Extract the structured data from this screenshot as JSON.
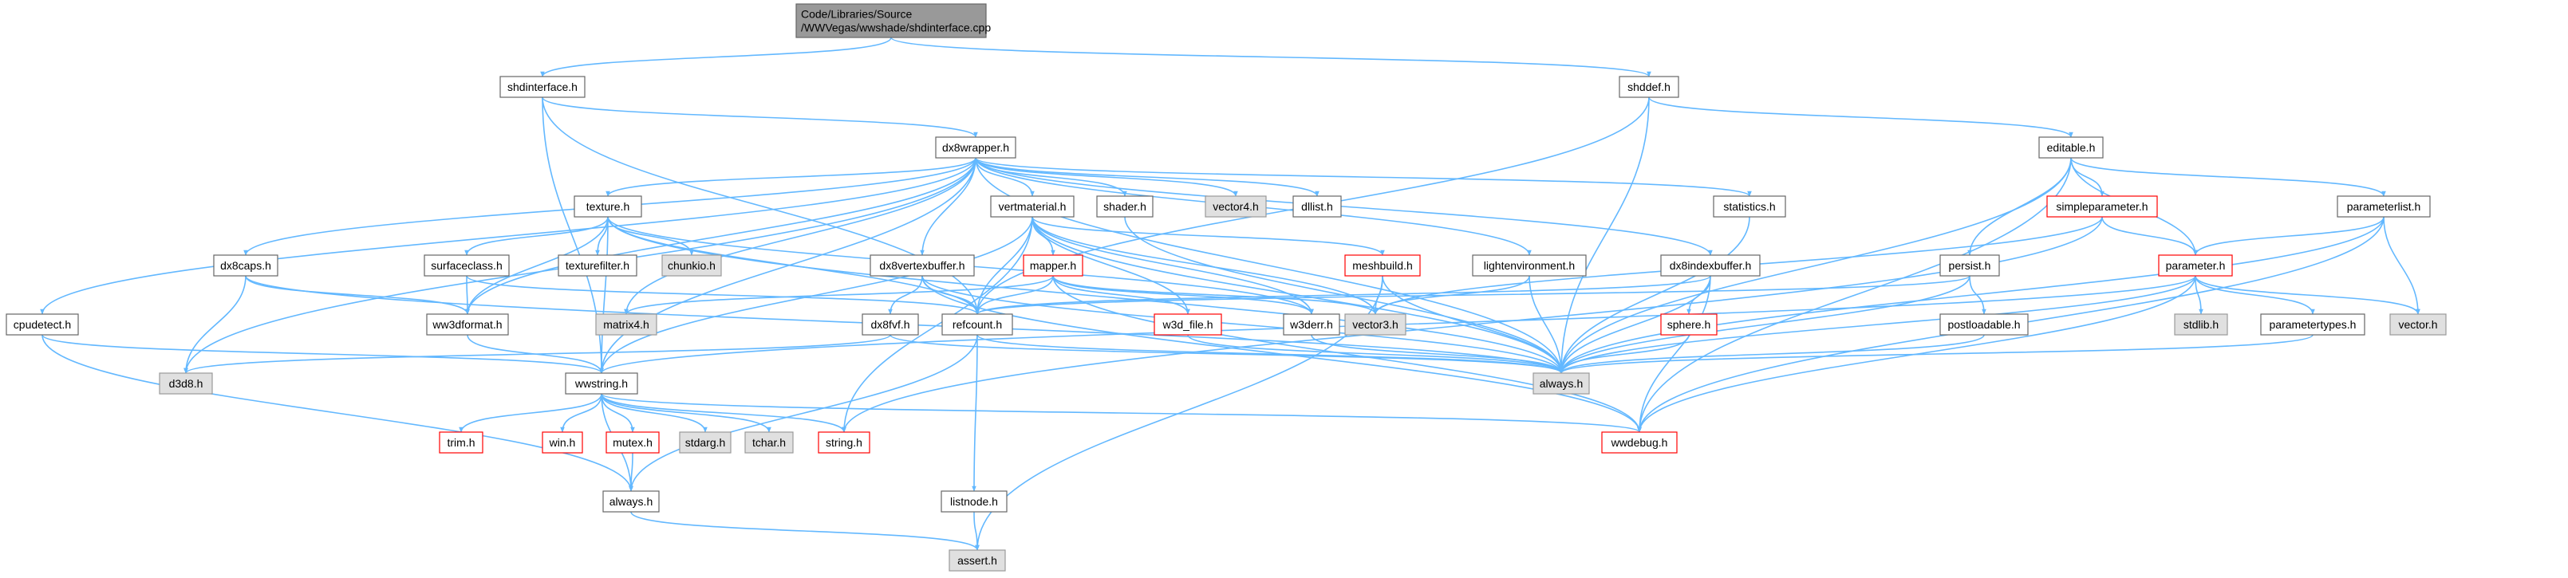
{
  "palette": {
    "edge": "#63b8ff",
    "root_fill": "#999999",
    "root_border": "#666666",
    "normal_fill": "#ffffff",
    "normal_border": "#666666",
    "system_fill": "#e0e0e0",
    "system_border": "#999999",
    "missing_fill": "#ffffff",
    "missing_border": "#ff0000"
  },
  "nodes": [
    {
      "id": "root",
      "lines": [
        "Code/Libraries/Source",
        "/WWVegas/wwshade/shdinterface.cpp"
      ],
      "style": "root"
    },
    {
      "id": "shdinterface",
      "lines": [
        "shdinterface.h"
      ],
      "style": "normal"
    },
    {
      "id": "shddef",
      "lines": [
        "shddef.h"
      ],
      "style": "normal"
    },
    {
      "id": "dx8wrapper",
      "lines": [
        "dx8wrapper.h"
      ],
      "style": "normal"
    },
    {
      "id": "editable",
      "lines": [
        "editable.h"
      ],
      "style": "normal"
    },
    {
      "id": "texture",
      "lines": [
        "texture.h"
      ],
      "style": "normal"
    },
    {
      "id": "vertmaterial",
      "lines": [
        "vertmaterial.h"
      ],
      "style": "normal"
    },
    {
      "id": "shader",
      "lines": [
        "shader.h"
      ],
      "style": "normal"
    },
    {
      "id": "vector4",
      "lines": [
        "vector4.h"
      ],
      "style": "system"
    },
    {
      "id": "dllist",
      "lines": [
        "dllist.h"
      ],
      "style": "normal"
    },
    {
      "id": "statistics",
      "lines": [
        "statistics.h"
      ],
      "style": "normal"
    },
    {
      "id": "simpleparameter",
      "lines": [
        "simpleparameter.h"
      ],
      "style": "missing"
    },
    {
      "id": "parameterlist",
      "lines": [
        "parameterlist.h"
      ],
      "style": "normal"
    },
    {
      "id": "dx8caps",
      "lines": [
        "dx8caps.h"
      ],
      "style": "normal"
    },
    {
      "id": "surfaceclass",
      "lines": [
        "surfaceclass.h"
      ],
      "style": "normal"
    },
    {
      "id": "texturefilter",
      "lines": [
        "texturefilter.h"
      ],
      "style": "normal"
    },
    {
      "id": "chunkio",
      "lines": [
        "chunkio.h"
      ],
      "style": "system"
    },
    {
      "id": "dx8vertexbuffer",
      "lines": [
        "dx8vertexbuffer.h"
      ],
      "style": "normal"
    },
    {
      "id": "mapper",
      "lines": [
        "mapper.h"
      ],
      "style": "missing"
    },
    {
      "id": "meshbuild",
      "lines": [
        "meshbuild.h"
      ],
      "style": "missing"
    },
    {
      "id": "lightenvironment",
      "lines": [
        "lightenvironment.h"
      ],
      "style": "normal"
    },
    {
      "id": "dx8indexbuffer",
      "lines": [
        "dx8indexbuffer.h"
      ],
      "style": "normal"
    },
    {
      "id": "persist",
      "lines": [
        "persist.h"
      ],
      "style": "normal"
    },
    {
      "id": "parameter",
      "lines": [
        "parameter.h"
      ],
      "style": "missing"
    },
    {
      "id": "cpudetect",
      "lines": [
        "cpudetect.h"
      ],
      "style": "normal"
    },
    {
      "id": "ww3dformat",
      "lines": [
        "ww3dformat.h"
      ],
      "style": "normal"
    },
    {
      "id": "matrix4",
      "lines": [
        "matrix4.h"
      ],
      "style": "system"
    },
    {
      "id": "dx8fvf",
      "lines": [
        "dx8fvf.h"
      ],
      "style": "normal"
    },
    {
      "id": "refcount",
      "lines": [
        "refcount.h"
      ],
      "style": "normal"
    },
    {
      "id": "w3d_file",
      "lines": [
        "w3d_file.h"
      ],
      "style": "missing"
    },
    {
      "id": "w3derr",
      "lines": [
        "w3derr.h"
      ],
      "style": "normal"
    },
    {
      "id": "vector3",
      "lines": [
        "vector3.h"
      ],
      "style": "system"
    },
    {
      "id": "sphere",
      "lines": [
        "sphere.h"
      ],
      "style": "missing"
    },
    {
      "id": "postloadable",
      "lines": [
        "postloadable.h"
      ],
      "style": "normal"
    },
    {
      "id": "stdlib",
      "lines": [
        "stdlib.h"
      ],
      "style": "system"
    },
    {
      "id": "parametertypes",
      "lines": [
        "parametertypes.h"
      ],
      "style": "normal"
    },
    {
      "id": "vector",
      "lines": [
        "vector.h"
      ],
      "style": "system"
    },
    {
      "id": "d3d8",
      "lines": [
        "d3d8.h"
      ],
      "style": "system"
    },
    {
      "id": "wwstring",
      "lines": [
        "wwstring.h"
      ],
      "style": "normal"
    },
    {
      "id": "always",
      "lines": [
        "always.h"
      ],
      "style": "system"
    },
    {
      "id": "trim",
      "lines": [
        "trim.h"
      ],
      "style": "missing"
    },
    {
      "id": "win",
      "lines": [
        "win.h"
      ],
      "style": "missing"
    },
    {
      "id": "mutex",
      "lines": [
        "mutex.h"
      ],
      "style": "missing"
    },
    {
      "id": "stdarg",
      "lines": [
        "stdarg.h"
      ],
      "style": "system"
    },
    {
      "id": "tchar",
      "lines": [
        "tchar.h"
      ],
      "style": "system"
    },
    {
      "id": "string",
      "lines": [
        "string.h"
      ],
      "style": "missing"
    },
    {
      "id": "wwdebug",
      "lines": [
        "wwdebug.h"
      ],
      "style": "missing"
    },
    {
      "id": "always_lc",
      "lines": [
        "always.h"
      ],
      "style": "normal"
    },
    {
      "id": "listnode",
      "lines": [
        "listnode.h"
      ],
      "style": "normal"
    },
    {
      "id": "assert",
      "lines": [
        "assert.h"
      ],
      "style": "system"
    }
  ],
  "edges": [
    [
      "root",
      "shdinterface"
    ],
    [
      "root",
      "shddef"
    ],
    [
      "shdinterface",
      "dx8wrapper"
    ],
    [
      "shdinterface",
      "wwstring"
    ],
    [
      "shdinterface",
      "refcount"
    ],
    [
      "shddef",
      "editable"
    ],
    [
      "shddef",
      "refcount"
    ],
    [
      "shddef",
      "always"
    ],
    [
      "editable",
      "simpleparameter"
    ],
    [
      "editable",
      "parameter"
    ],
    [
      "editable",
      "parameterlist"
    ],
    [
      "editable",
      "persist"
    ],
    [
      "editable",
      "always"
    ],
    [
      "editable",
      "wwdebug"
    ],
    [
      "simpleparameter",
      "parameter"
    ],
    [
      "simpleparameter",
      "string"
    ],
    [
      "simpleparameter",
      "vector3"
    ],
    [
      "parameterlist",
      "parameter"
    ],
    [
      "parameterlist",
      "vector"
    ],
    [
      "parameterlist",
      "wwdebug"
    ],
    [
      "parameterlist",
      "always"
    ],
    [
      "parameter",
      "stdlib"
    ],
    [
      "parameter",
      "parametertypes"
    ],
    [
      "parameter",
      "vector"
    ],
    [
      "parameter",
      "always"
    ],
    [
      "parameter",
      "wwstring"
    ],
    [
      "parameter",
      "wwdebug"
    ],
    [
      "parametertypes",
      "always"
    ],
    [
      "persist",
      "postloadable"
    ],
    [
      "persist",
      "refcount"
    ],
    [
      "persist",
      "always"
    ],
    [
      "postloadable",
      "always"
    ],
    [
      "dx8wrapper",
      "texture"
    ],
    [
      "dx8wrapper",
      "vertmaterial"
    ],
    [
      "dx8wrapper",
      "shader"
    ],
    [
      "dx8wrapper",
      "vector4"
    ],
    [
      "dx8wrapper",
      "dllist"
    ],
    [
      "dx8wrapper",
      "statistics"
    ],
    [
      "dx8wrapper",
      "dx8caps"
    ],
    [
      "dx8wrapper",
      "cpudetect"
    ],
    [
      "dx8wrapper",
      "d3d8"
    ],
    [
      "dx8wrapper",
      "wwstring"
    ],
    [
      "dx8wrapper",
      "dx8vertexbuffer"
    ],
    [
      "dx8wrapper",
      "dx8indexbuffer"
    ],
    [
      "dx8wrapper",
      "lightenvironment"
    ],
    [
      "dx8wrapper",
      "matrix4"
    ],
    [
      "dx8wrapper",
      "always"
    ],
    [
      "dx8wrapper",
      "ww3dformat"
    ],
    [
      "texture",
      "surfaceclass"
    ],
    [
      "texture",
      "texturefilter"
    ],
    [
      "texture",
      "chunkio"
    ],
    [
      "texture",
      "refcount"
    ],
    [
      "texture",
      "ww3dformat"
    ],
    [
      "texture",
      "wwstring"
    ],
    [
      "texture",
      "always"
    ],
    [
      "texture",
      "w3derr"
    ],
    [
      "surfaceclass",
      "ww3dformat"
    ],
    [
      "surfaceclass",
      "refcount"
    ],
    [
      "dx8caps",
      "ww3dformat"
    ],
    [
      "dx8caps",
      "d3d8"
    ],
    [
      "dx8caps",
      "always"
    ],
    [
      "ww3dformat",
      "wwstring"
    ],
    [
      "cpudetect",
      "wwstring"
    ],
    [
      "cpudetect",
      "always_lc"
    ],
    [
      "vertmaterial",
      "mapper"
    ],
    [
      "vertmaterial",
      "meshbuild"
    ],
    [
      "vertmaterial",
      "refcount"
    ],
    [
      "vertmaterial",
      "w3d_file"
    ],
    [
      "vertmaterial",
      "w3derr"
    ],
    [
      "vertmaterial",
      "vector3"
    ],
    [
      "vertmaterial",
      "always"
    ],
    [
      "vertmaterial",
      "wwstring"
    ],
    [
      "vertmaterial",
      "string"
    ],
    [
      "mapper",
      "refcount"
    ],
    [
      "mapper",
      "w3d_file"
    ],
    [
      "mapper",
      "vector3"
    ],
    [
      "mapper",
      "matrix4"
    ],
    [
      "mapper",
      "w3derr"
    ],
    [
      "mapper",
      "wwdebug"
    ],
    [
      "meshbuild",
      "vector3"
    ],
    [
      "meshbuild",
      "always"
    ],
    [
      "meshbuild",
      "assert"
    ],
    [
      "shader",
      "always"
    ],
    [
      "dx8vertexbuffer",
      "dx8fvf"
    ],
    [
      "dx8vertexbuffer",
      "refcount"
    ],
    [
      "dx8vertexbuffer",
      "always"
    ],
    [
      "dx8vertexbuffer",
      "wwdebug"
    ],
    [
      "dx8fvf",
      "d3d8"
    ],
    [
      "dx8fvf",
      "always"
    ],
    [
      "dx8indexbuffer",
      "sphere"
    ],
    [
      "dx8indexbuffer",
      "refcount"
    ],
    [
      "dx8indexbuffer",
      "always"
    ],
    [
      "dx8indexbuffer",
      "wwdebug"
    ],
    [
      "sphere",
      "always"
    ],
    [
      "lightenvironment",
      "vector3"
    ],
    [
      "lightenvironment",
      "always"
    ],
    [
      "statistics",
      "always"
    ],
    [
      "w3d_file",
      "always"
    ],
    [
      "w3derr",
      "always"
    ],
    [
      "refcount",
      "listnode"
    ],
    [
      "refcount",
      "always_lc"
    ],
    [
      "refcount",
      "always"
    ],
    [
      "listnode",
      "assert"
    ],
    [
      "wwstring",
      "trim"
    ],
    [
      "wwstring",
      "win"
    ],
    [
      "wwstring",
      "mutex"
    ],
    [
      "wwstring",
      "stdarg"
    ],
    [
      "wwstring",
      "tchar"
    ],
    [
      "wwstring",
      "string"
    ],
    [
      "wwstring",
      "wwdebug"
    ],
    [
      "wwstring",
      "always_lc"
    ],
    [
      "mutex",
      "always_lc"
    ],
    [
      "always_lc",
      "assert"
    ]
  ]
}
